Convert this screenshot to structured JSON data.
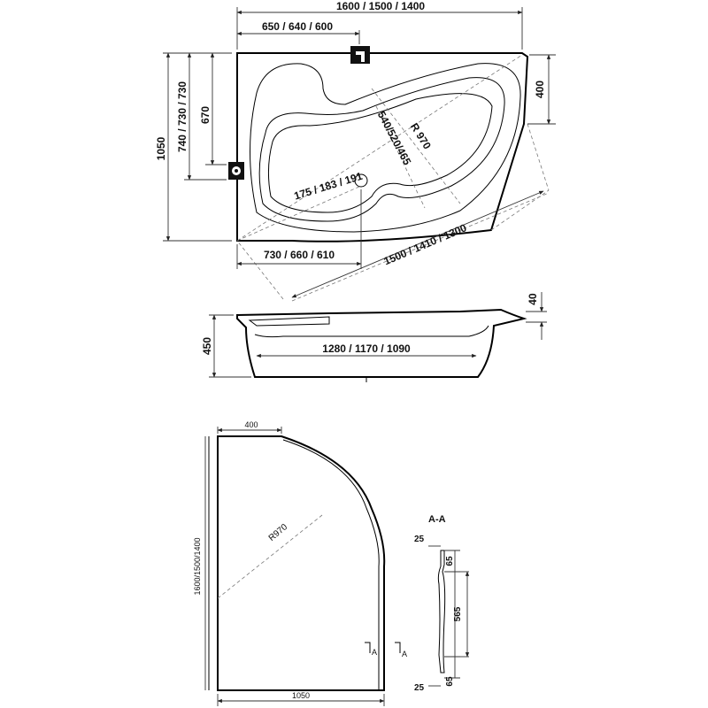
{
  "top_view": {
    "overall_width": "1600 / 1500 / 1400",
    "basin_offset": "650 / 640 / 600",
    "overall_height": "1050",
    "height_left_outer": "740 / 730 / 730",
    "height_left_inner": "670",
    "right_height": "400",
    "drain_distance": "175 / 183 / 191",
    "inner_depth": "540/520/465",
    "radius": "R 970",
    "bottom_left": "730 / 660 / 610",
    "diagonal_length": "1500 / 1410 / 1300"
  },
  "side_view": {
    "height": "450",
    "rim": "40",
    "inner_length": "1280 / 1170 / 1090"
  },
  "panel_view": {
    "top_width": "400",
    "radius": "R970",
    "height": "1600/1500/1400",
    "bottom_width": "1050",
    "section_marker": "A"
  },
  "section_aa": {
    "title": "A-A",
    "top_offset": "25",
    "top_segment": "65",
    "middle_segment": "565",
    "bottom_segment": "65",
    "bottom_offset": "25"
  }
}
